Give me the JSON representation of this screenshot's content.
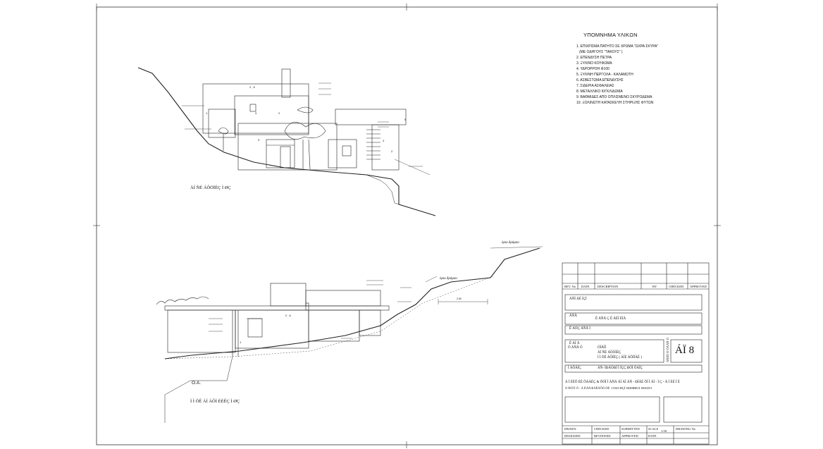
{
  "legend": {
    "title": "ΥΠΟΜΝΗΜΑ ΥΛΙΚΩΝ",
    "items": [
      "1. ΕΠΙΧΡΙΣΜΑ ΠΑΤΗΤΟ ΣΕ ΧΡΩΜΑ \"ΩΧΡΑ ΣΚΥΡΑ\"",
      "(ΜΕ ΟΔΗΓΟΥΣ \"ΤΑΚΟΥΣ\" )",
      "2. ΕΠΕΝΔΥΣΗ ΠΕΤΡΑ",
      "3. ΞΥΛΙΝΟ ΚΟΥΦΩΜΑ",
      "4. ΥΔΡΟΡΡΟΗ Φ100",
      "5. ΞΥΛΙΝΗ ΠΕΡΓΟΛΑ - ΚΑΛΑΜΩΤΗ",
      "6. ΑΣΒΕΣΤΩΜΑ ΕΠΕΝΔΥΣΗΣ",
      "7. ΣΙΔΕΡΙΑ ΑΣΦΑΛΕΙΑΣ",
      "8. ΜΕΤΑΛΛΙΚΟ ΚΙΓΚΛΙΔΩΜΑ",
      "9. ΒΑΘΜΙΔΕΣ ΑΠΟ ΟΠΛΙΣΜΕΝΟ ΣΚΥΡΟΔΕΜΑ",
      "10. ΞΟΛΙΝΩΤΗ ΚΑΤΑΣΚΕΥΗ ΣΤΗΡΙΞΗΣ ΦΥΤΩΝ"
    ]
  },
  "views": {
    "upper_title": "ÄÍ ÑÉ ÁÔÖÏÉÇ Ì ØÇ",
    "lower_title": "Ì Ì ÕÊ ÁÍ ÁÔÌ ÈÉÊÇ Ì ØÇ",
    "road_label_1": "όριο δρόμου",
    "road_label_2": "όριο δρόμου",
    "oa_label": "Ο.Α.",
    "dim_label": "2.50"
  },
  "title_block": {
    "rev_headers": [
      "REV. No",
      "DATE",
      "DESCRIPTION",
      "BY",
      "CHECKED",
      "APPROVED"
    ],
    "project_label": "ÁÑÌ ÄÉ ÏÇÏ",
    "owner_label": "ÅÑÃ",
    "owner_value": "Ê ÁÑÅ Ç Ê ÁÉÏ ÈÏÁ",
    "location_label": "Ê ÁÓÇ ÁÑÃ Ï",
    "drawing_label": "Ê ÁÏ Á",
    "drawing_label2": "Ó ÁÑÃ Ö",
    "drawing_lines": [
      "ÓÏÃÍÏ",
      "ÁÍ ÑÉ ÁÔÖÏÉÇ",
      "Ì Ì ÕÊ ÁÔÏÉÇ ( ÁÏÉ ÁÔÍÏÄÉ )"
    ],
    "side_text": "ÁÑÉÈ Ó ÓÃÁÑ Ö",
    "drawing_no": "ÁÏ 8",
    "notes_label": "Ì ÁÔÁÏÇ",
    "notes_value": "ÁÑ- ÌÐÁÓÐÏ Ì ÍÇÇ ÐÓÌ ÒÁÏÇ",
    "company_line1": "Á  Ì ÉÉÔ ÉÉ ÕÁÁÉÇ   & ÕÓÏ Ì ÁÑÁ ÁÏ ÁÏ        ÁÑ - ÐÏÁÉ ÕÏ Ì ÁÏ - Ì  Ç - Á Ì ÉÉ Ì É",
    "company_line2": "Ó ÉÕÍ Ì Ó - Á   ÈÁÑÆÃÊÁÔÓ   ÓÈ. 15343 ÐÇÍ    6948IBKX 6949251",
    "bottom_headers": [
      "DRAWN",
      "CHECKED",
      "SUBMITTED",
      "SCALE",
      "DRAWING No",
      "DESIGNED",
      "REVIEWED",
      "APPROVED",
      "DATE"
    ],
    "scale_value": "1:50"
  },
  "elevation_tags": [
    "1",
    "2",
    "3",
    "2 , 6",
    "2 , 6",
    "1",
    "2",
    "3",
    "4",
    "5"
  ]
}
